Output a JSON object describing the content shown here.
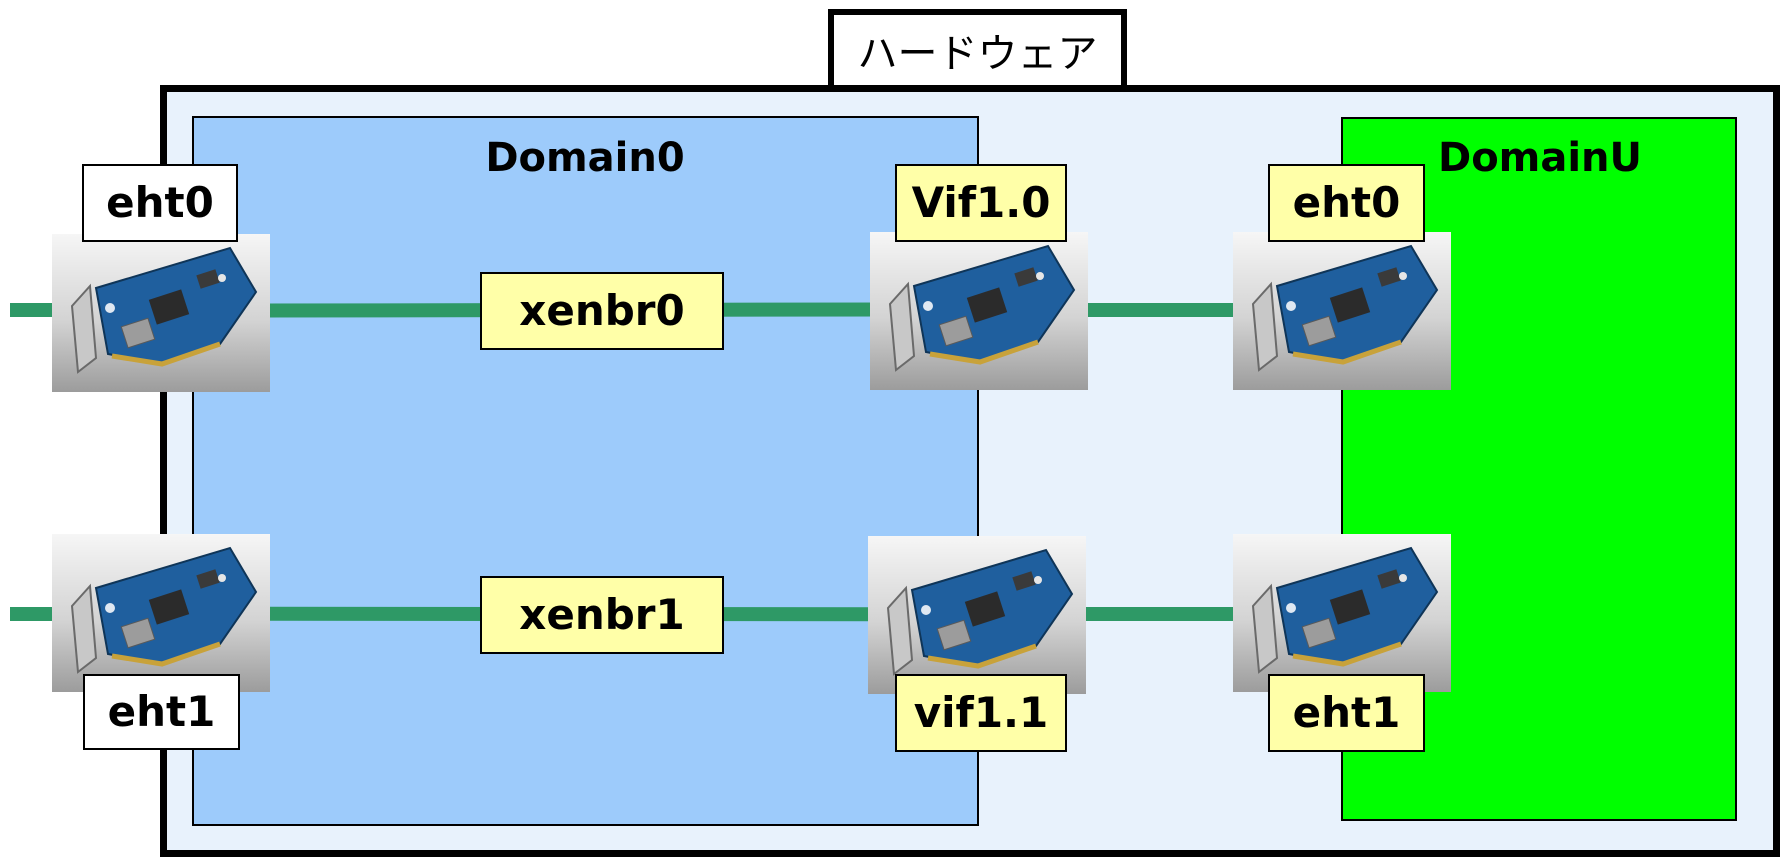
{
  "hardware": {
    "title": "ハードウェア"
  },
  "domain0": {
    "title": "Domain0"
  },
  "domainu": {
    "title": "DomainU"
  },
  "labels": {
    "eth0_host": "eht0",
    "eth1_host": "eht1",
    "bridge0": "xenbr0",
    "bridge1": "xenbr1",
    "vif0": "Vif1.0",
    "vif1": "vif1.1",
    "eth0_guest": "eht0",
    "eth1_guest": "eht1"
  },
  "colors": {
    "hardware_bg": "#e8f2fc",
    "domain0_bg": "#9dcbfb",
    "domainu_bg": "#00ff00",
    "link": "#2e9966",
    "label_yellow": "#ffffa8"
  },
  "icons": [
    "network-card-icon"
  ]
}
